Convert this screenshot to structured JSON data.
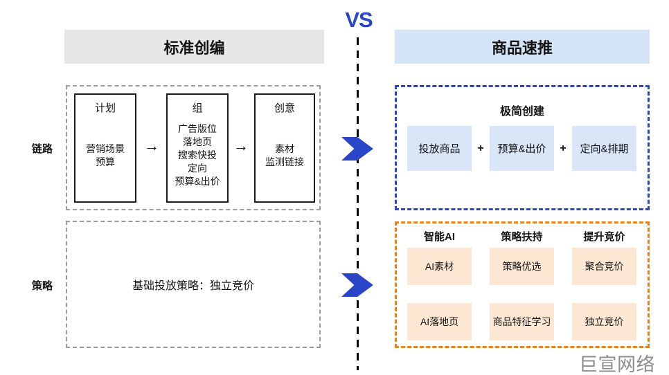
{
  "vs_label": "VS",
  "watermark": "巨宣网络",
  "icons": {
    "right_arrow": "→"
  },
  "left": {
    "header": "标准创编",
    "row_labels": {
      "top": "链路",
      "bottom": "策略"
    },
    "flow": [
      {
        "title": "计划",
        "lines": [
          "营销场景",
          "预算"
        ]
      },
      {
        "title": "组",
        "lines": [
          "广告版位",
          "落地页",
          "搜索快投",
          "定向",
          "预算&出价"
        ]
      },
      {
        "title": "创意",
        "lines": [
          "素材",
          "监测链接"
        ]
      }
    ],
    "strategy_text": "基础投放策略：独立竞价"
  },
  "right": {
    "header": "商品速推",
    "create": {
      "title": "极简创建",
      "plus": "+",
      "items": [
        "投放商品",
        "预算&出价",
        "定向&排期"
      ]
    },
    "strategy": {
      "columns": [
        {
          "header": "智能AI",
          "items": [
            "AI素材",
            "AI落地页"
          ]
        },
        {
          "header": "策略扶持",
          "items": [
            "策略优选",
            "商品特征学习"
          ]
        },
        {
          "header": "提升竞价",
          "items": [
            "聚合竞价",
            "独立竞价"
          ]
        }
      ]
    }
  },
  "colors": {
    "blue": "#2b45c8",
    "header_blue": "#d6e4f7",
    "item_blue": "#d9e6f8",
    "orange": "#e8821c",
    "item_orange": "#fce7d2",
    "gray_header": "#e7e7e7",
    "gray_dash": "#9b9b9b",
    "watermark_gray": "#8c8c8c"
  }
}
